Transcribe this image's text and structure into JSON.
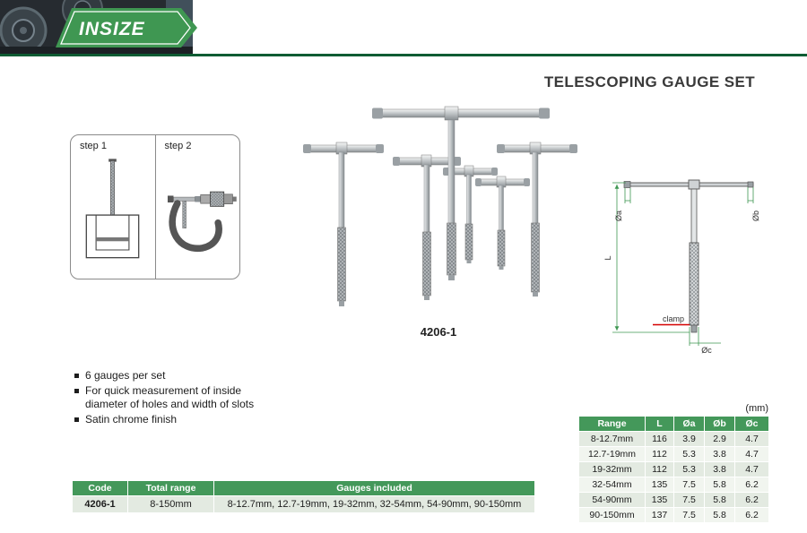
{
  "colors": {
    "brand_green": "#3F9752",
    "brand_dark_green": "#0F5C33",
    "table_header_green": "#44985A",
    "clamp_red": "#D40000"
  },
  "header": {
    "logo_text": "INSIZE"
  },
  "page": {
    "title": "TELESCOPING GAUGE SET",
    "product_code": "4206-1",
    "units_note": "(mm)"
  },
  "steps": {
    "step1": "step 1",
    "step2": "step 2"
  },
  "features": [
    "6 gauges per set",
    "For quick measurement of inside diameter of holes and width of slots",
    "Satin chrome finish"
  ],
  "diagram_labels": {
    "dia_a": "Øa",
    "dia_b": "Øb",
    "length": "L",
    "clamp": "clamp",
    "dia_c": "Øc"
  },
  "spec_table": {
    "headers": [
      "Range",
      "L",
      "Øa",
      "Øb",
      "Øc"
    ],
    "rows": [
      [
        "8-12.7mm",
        "116",
        "3.9",
        "2.9",
        "4.7"
      ],
      [
        "12.7-19mm",
        "112",
        "5.3",
        "3.8",
        "4.7"
      ],
      [
        "19-32mm",
        "112",
        "5.3",
        "3.8",
        "4.7"
      ],
      [
        "32-54mm",
        "135",
        "7.5",
        "5.8",
        "6.2"
      ],
      [
        "54-90mm",
        "135",
        "7.5",
        "5.8",
        "6.2"
      ],
      [
        "90-150mm",
        "137",
        "7.5",
        "5.8",
        "6.2"
      ]
    ]
  },
  "order_table": {
    "headers": [
      "Code",
      "Total range",
      "Gauges included"
    ],
    "row": [
      "4206-1",
      "8-150mm",
      "8-12.7mm, 12.7-19mm, 19-32mm, 32-54mm, 54-90mm, 90-150mm"
    ]
  }
}
